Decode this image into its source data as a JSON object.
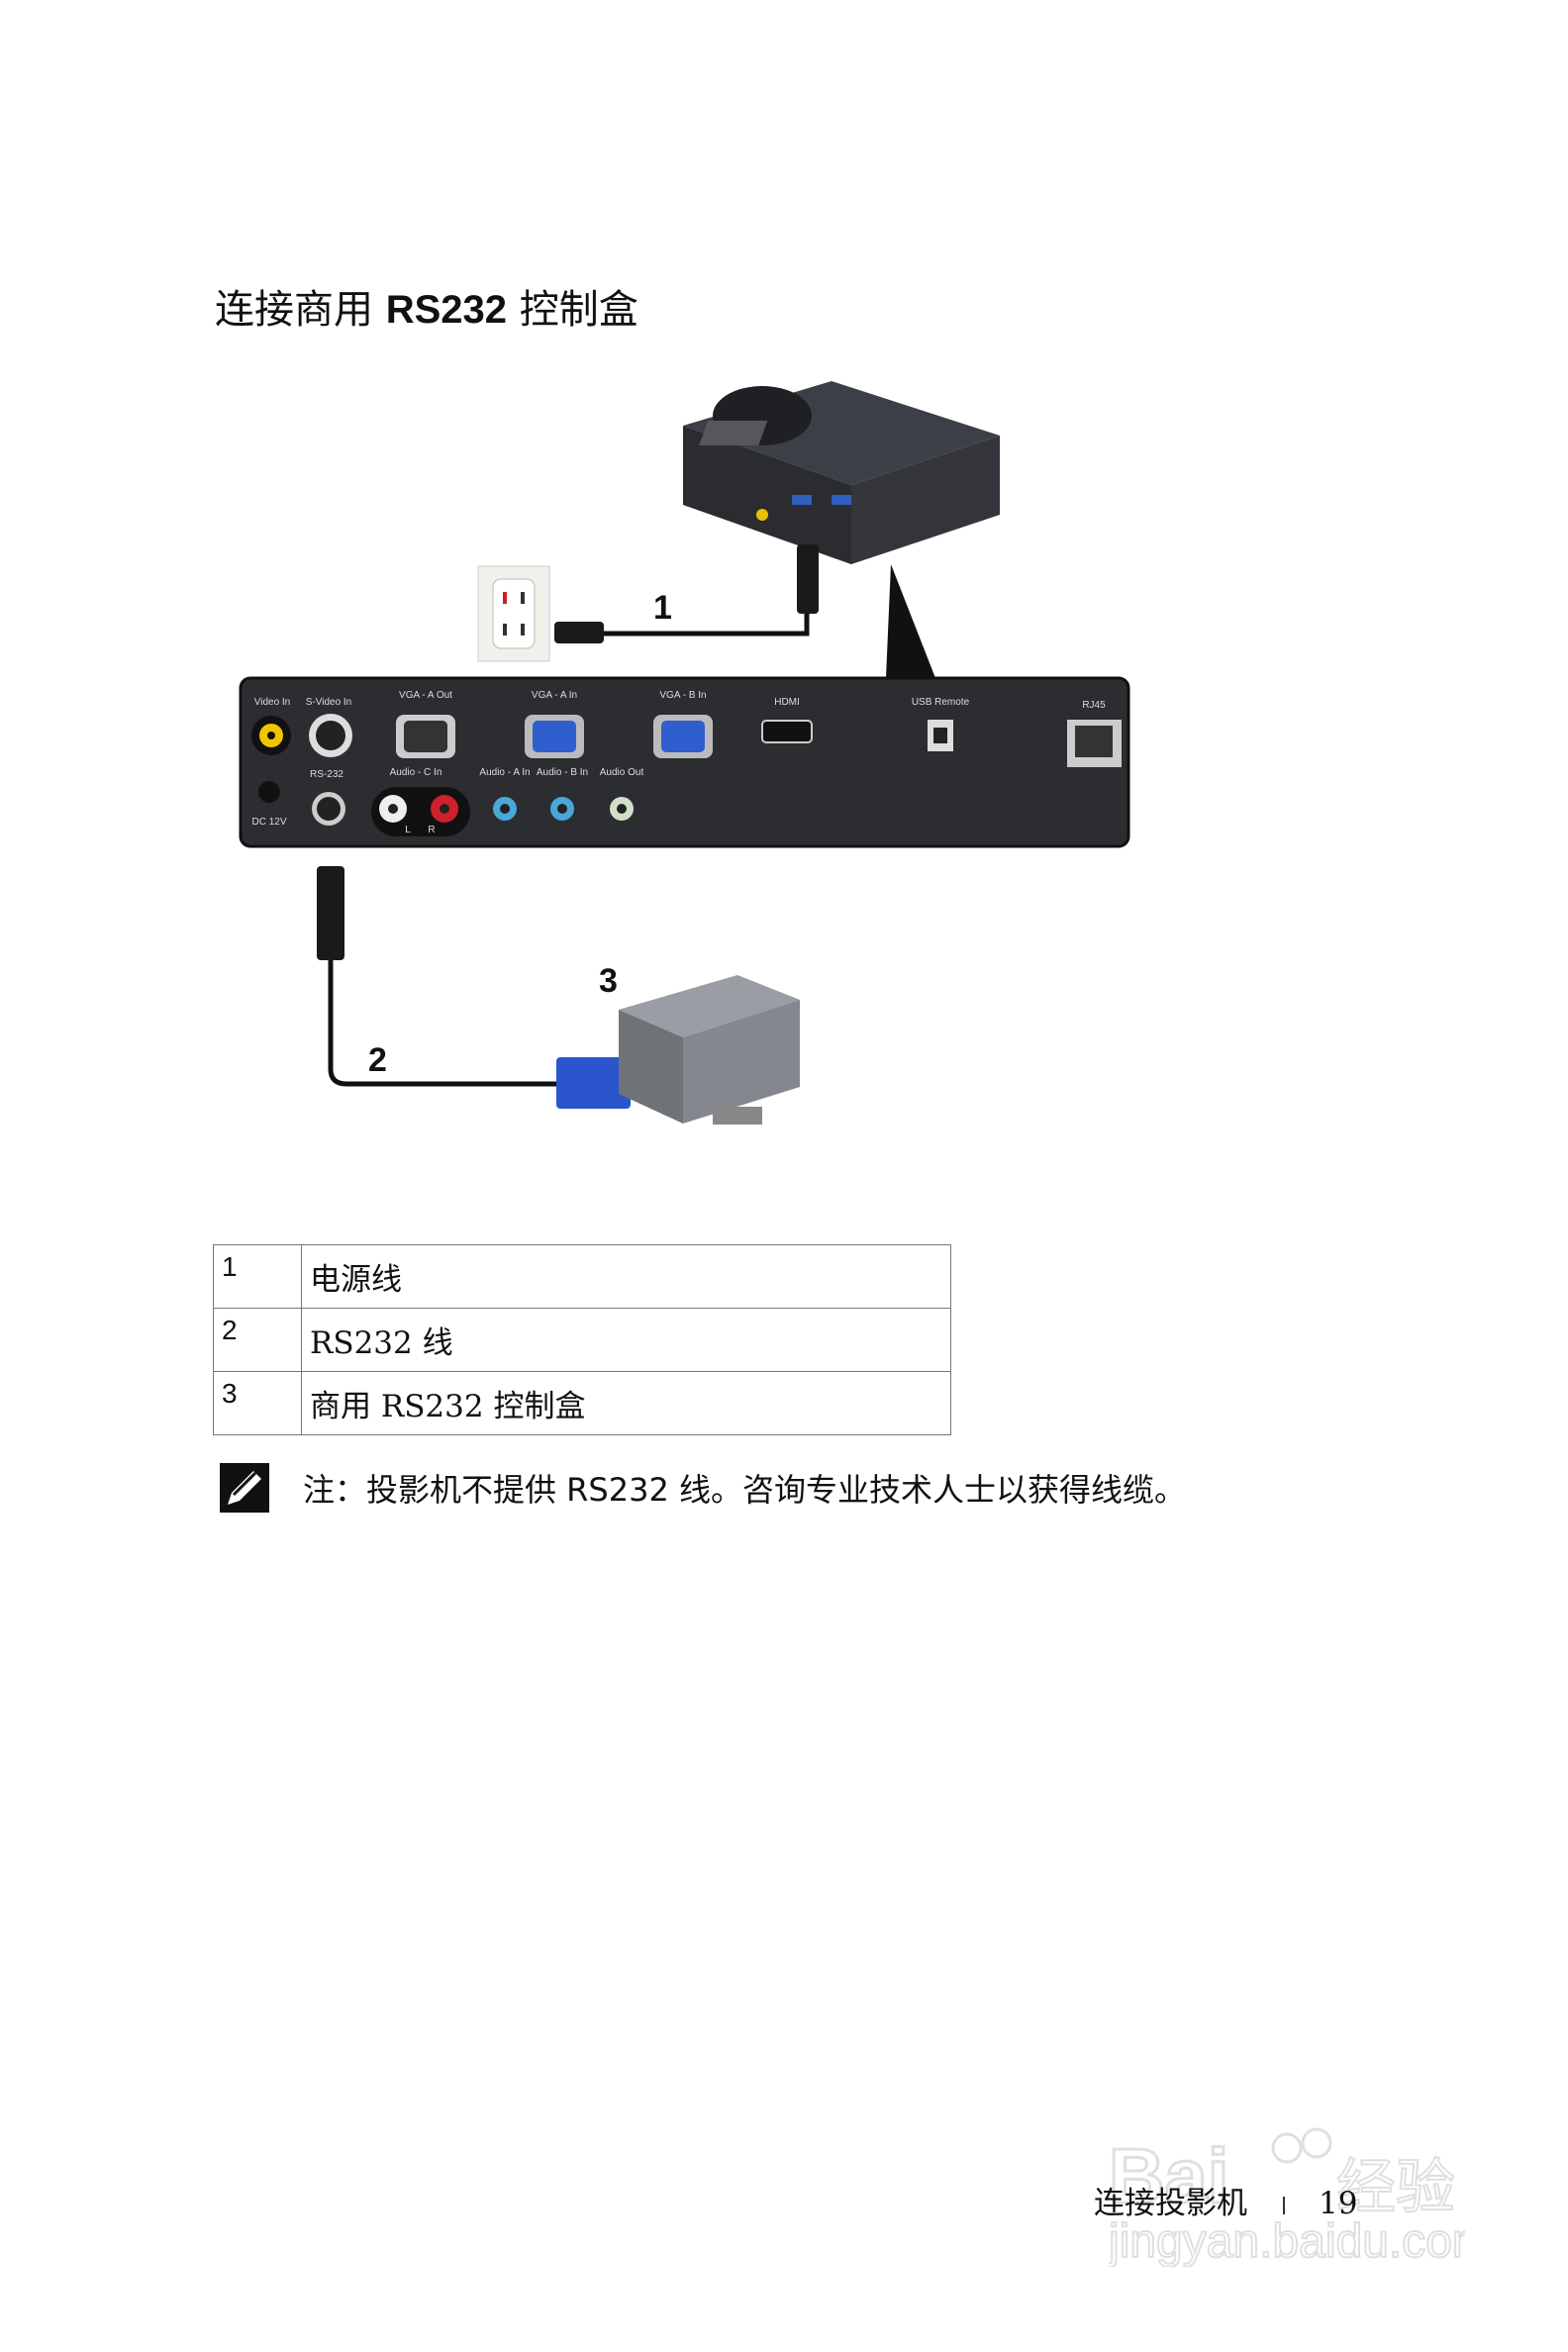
{
  "title": {
    "prefix": "连接商用 ",
    "bold": "RS232",
    "suffix": " 控制盒"
  },
  "diagram": {
    "callouts": [
      "1",
      "2",
      "3"
    ],
    "panel_labels": [
      "Video In",
      "S-Video In",
      "VGA - A Out",
      "VGA - A In",
      "VGA - B In",
      "HDMI",
      "USB Remote",
      "RJ45",
      "RS-232",
      "Audio - C In",
      "Audio - A In",
      "Audio - B In",
      "Audio Out",
      "DC 12V",
      "L",
      "R"
    ],
    "colors": {
      "panel": "#2b2d31",
      "vga_in": "#2f5fcf",
      "video_in": "#f2c400",
      "audio_red": "#d0202a",
      "audio_blue": "#4aa8d8",
      "audio_green": "#d0e0c8"
    }
  },
  "legend_table": [
    {
      "num": "1",
      "label": "电源线"
    },
    {
      "num": "2",
      "label": "RS232 线"
    },
    {
      "num": "3",
      "label": "商用 RS232 控制盒"
    }
  ],
  "note": {
    "icon": "pencil-note-icon",
    "text": "注：投影机不提供 RS232 线。咨询专业技术人士以获得线缆。"
  },
  "footer": {
    "section": "连接投影机",
    "page": "19"
  },
  "watermark": {
    "brand": "Baidu经验",
    "url": "jingyan.baidu.com"
  }
}
